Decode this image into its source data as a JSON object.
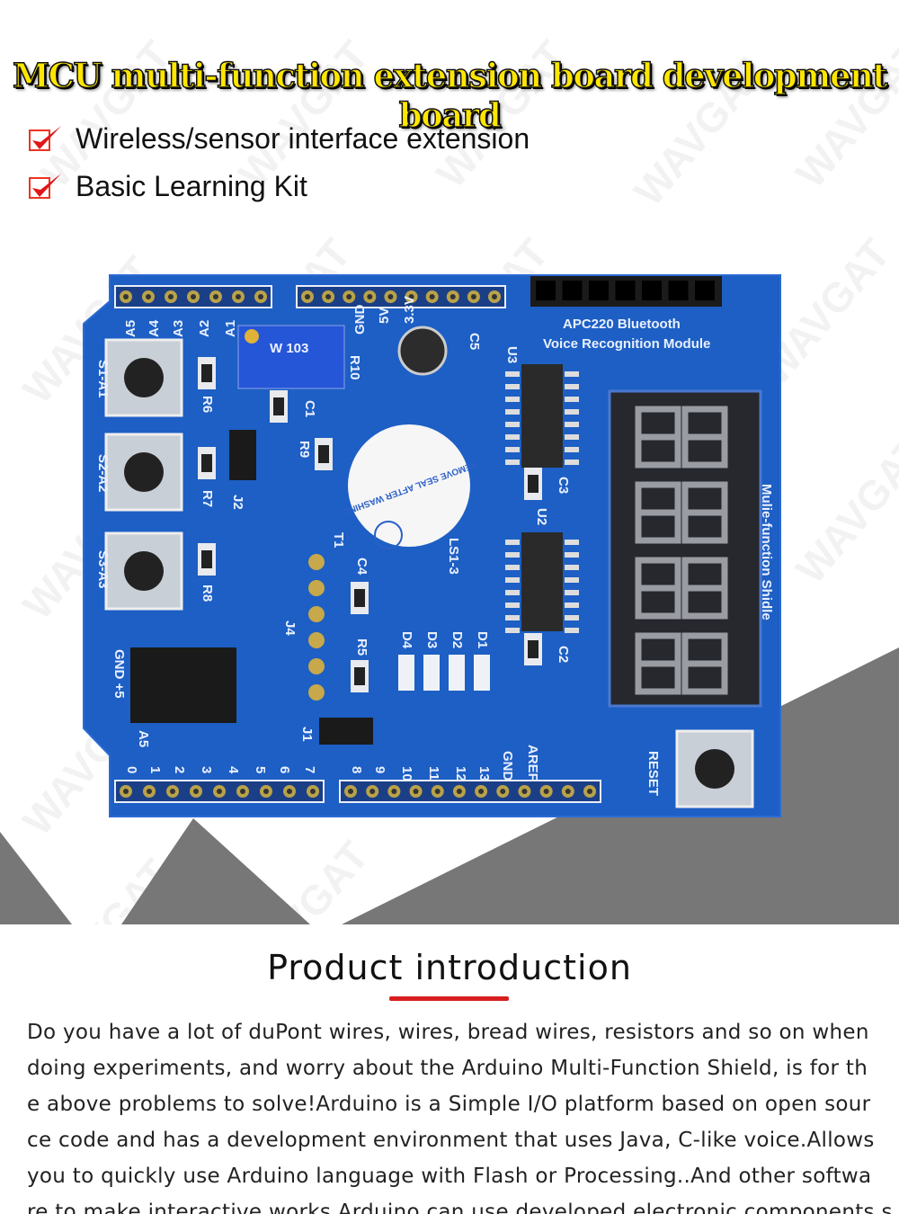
{
  "watermark": "WAVGAT",
  "header": {
    "title": "MCU multi-function extension board development board",
    "features": [
      {
        "label": "Wireless/sensor interface extension"
      },
      {
        "label": "Basic Learning Kit"
      }
    ]
  },
  "board": {
    "module_label_1": "APC220 Bluetooth",
    "module_label_2": "Voice Recognition Module",
    "side_label": "Mulie-function Shidle",
    "pot_label": "W 103",
    "buzzer_label": "REMOVE SEAL AFTER WASHING",
    "labels": [
      "A5",
      "A4",
      "A3",
      "A2",
      "A1",
      "GND",
      "5V",
      "3.3V",
      "C5",
      "R10",
      "U3",
      "S1-A1",
      "S2-A2",
      "S3-A3",
      "R6",
      "R7",
      "R8",
      "C1",
      "R9",
      "J2",
      "T1",
      "C4",
      "R5",
      "J4",
      "J1",
      "D4",
      "D3",
      "D2",
      "D1",
      "LS1-3",
      "U2",
      "C3",
      "C2",
      "GND +5",
      "A5",
      "AREF",
      "GND",
      "RESET",
      "0",
      "1",
      "2",
      "3",
      "4",
      "5",
      "6",
      "7",
      "8",
      "9",
      "10",
      "11",
      "12",
      "13"
    ]
  },
  "intro": {
    "heading": "Product introduction",
    "lines": [
      "Do you have a lot of duPont wires, wires, bread wires, resistors and so on when",
      "doing experiments, and worry about the Arduino Multi-Function Shield, is for th",
      "e above problems to solve!Arduino is a Simple I/O platform based on open sour",
      "ce code and has a development environment that uses Java, C-like voice.Allows",
      "you to quickly use Arduino language with Flash or Processing..And other softwa",
      "re to make interactive works.Arduino can use developed electronic components s"
    ]
  },
  "colors": {
    "accent_red": "#d81e1e",
    "title_yellow": "#ffe600",
    "pcb_blue": "#1d5fc4"
  }
}
